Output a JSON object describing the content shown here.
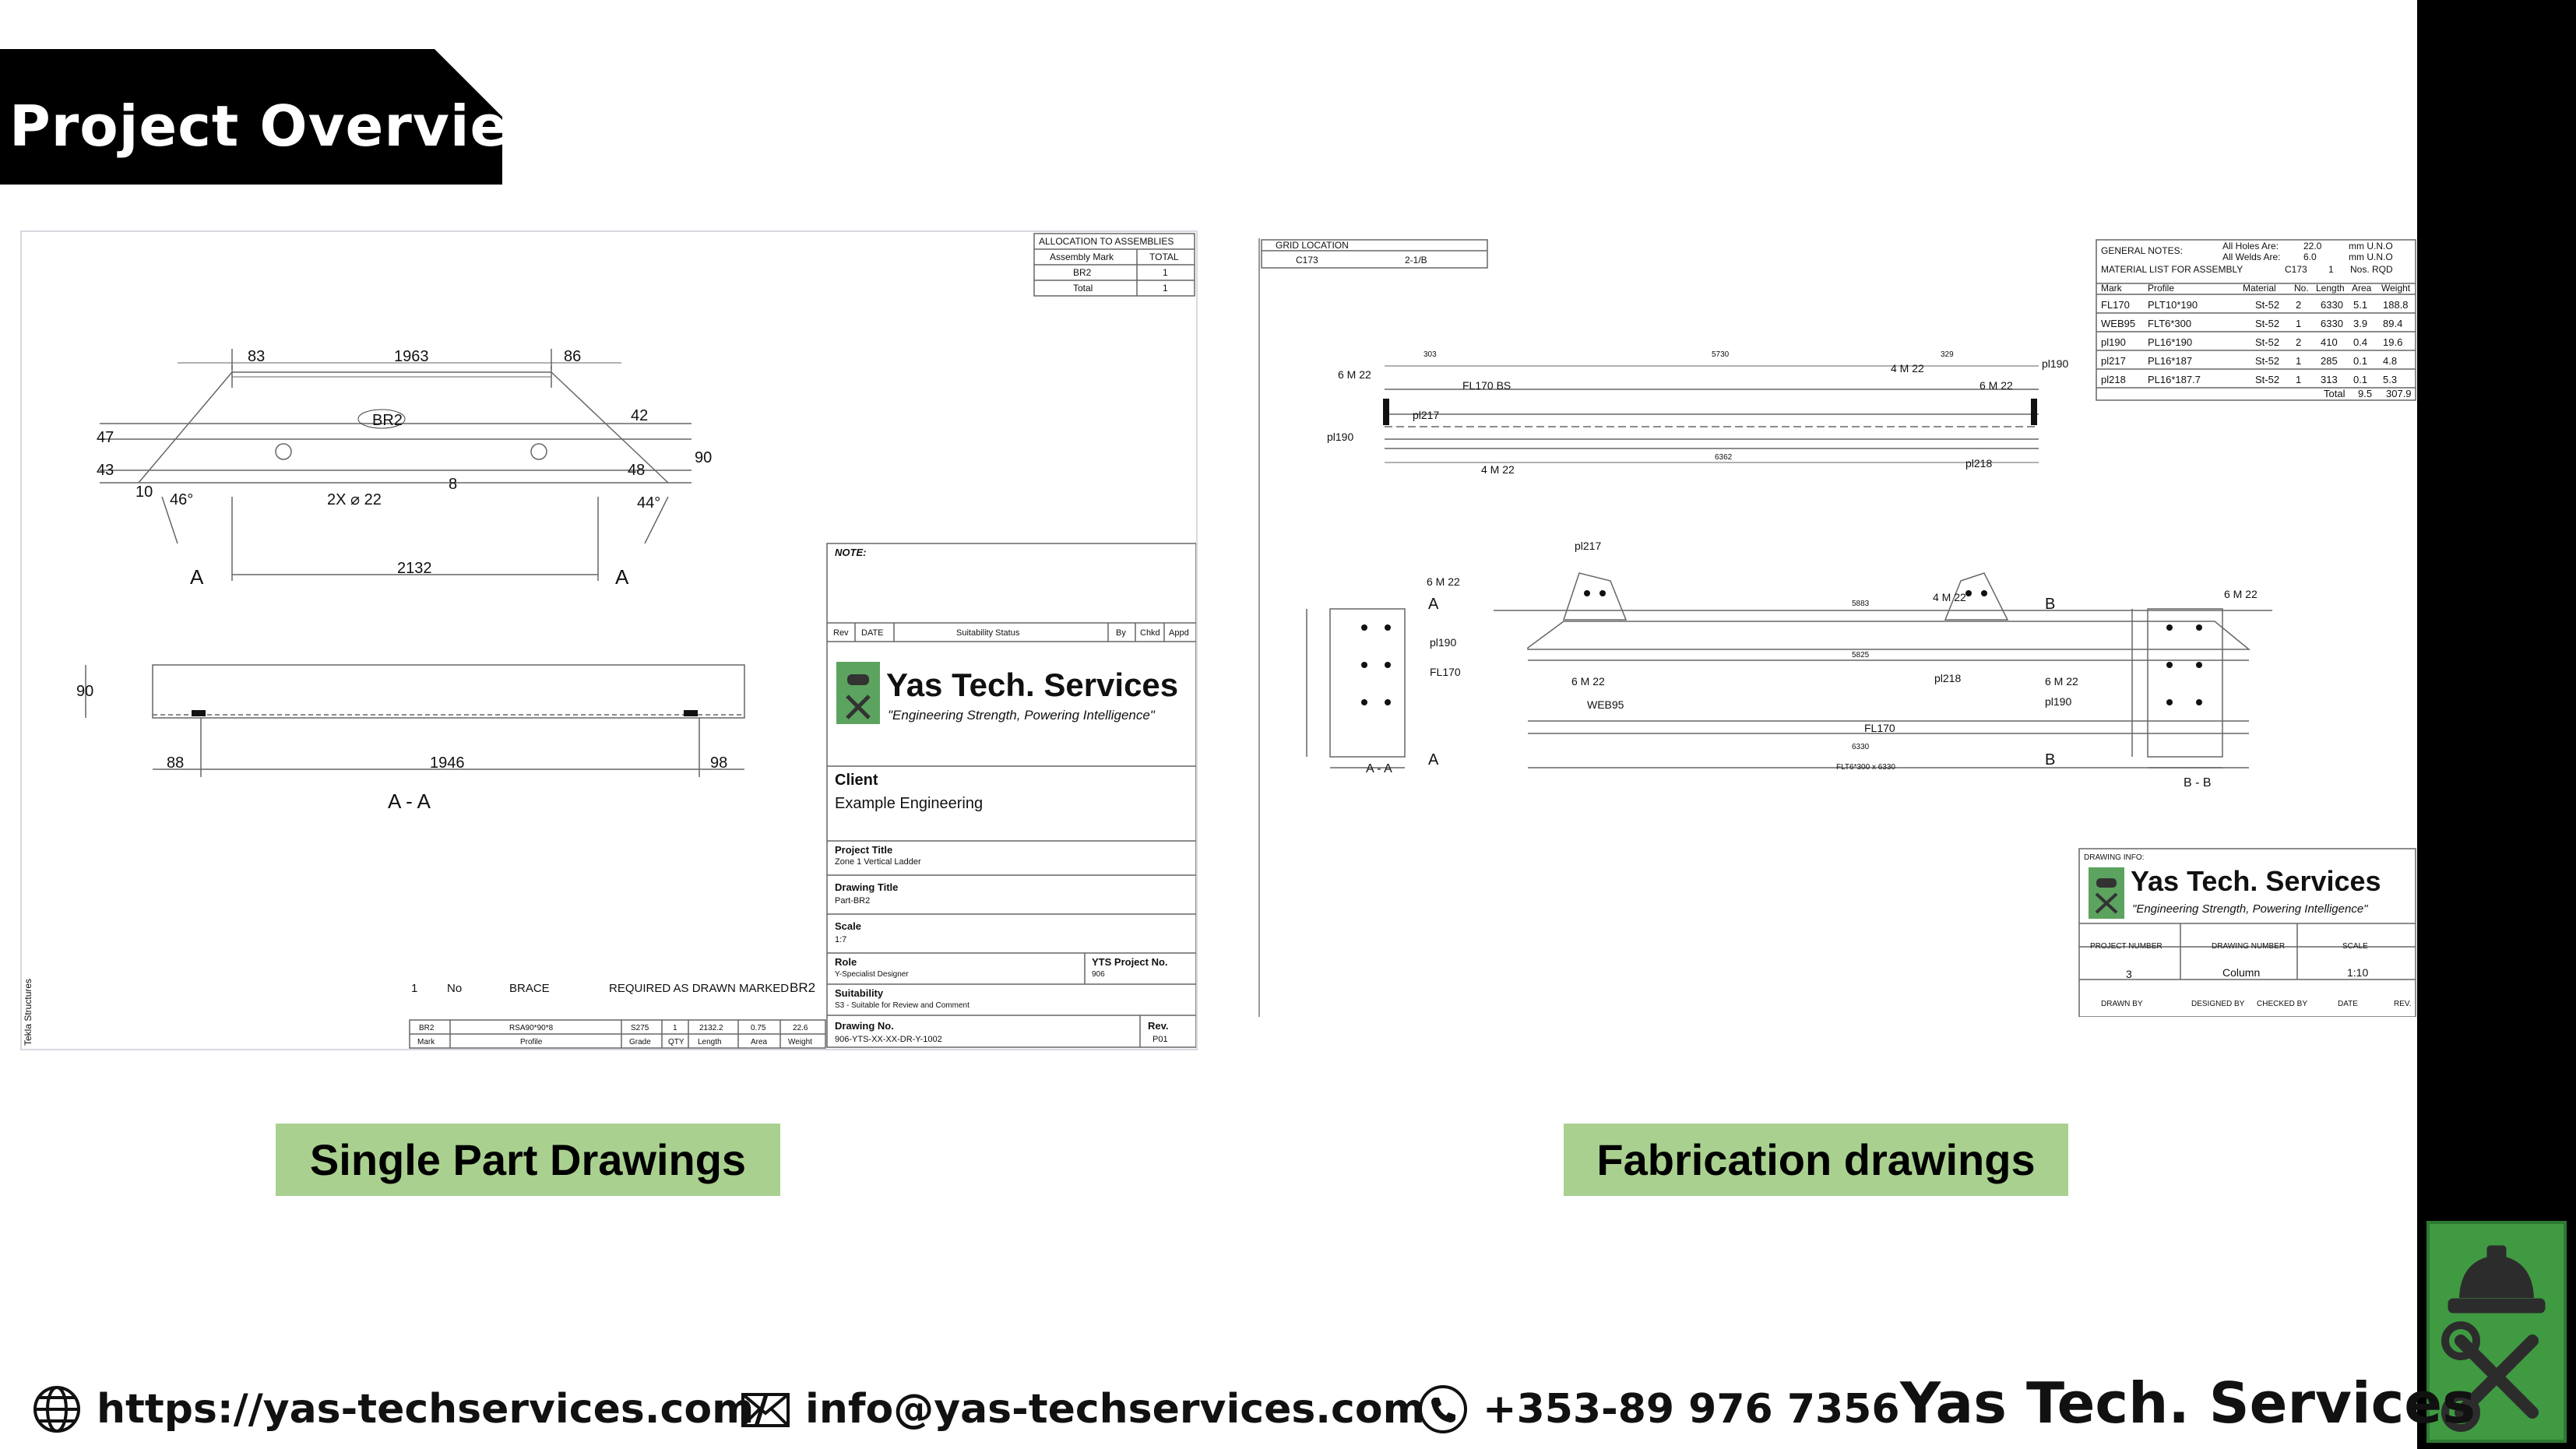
{
  "header": {
    "title": "Project Overview"
  },
  "left_drawing": {
    "allocation": {
      "title": "ALLOCATION TO ASSEMBLIES",
      "col_mark": "Assembly Mark",
      "col_total": "TOTAL",
      "row_mark": "BR2",
      "row_total": "1",
      "total_label": "Total",
      "total_value": "1"
    },
    "dims": {
      "d83": "83",
      "d1963": "1963",
      "d86": "86",
      "d42": "42",
      "d47": "47",
      "d43": "43",
      "d90": "90",
      "d48": "48",
      "d10": "10",
      "d8": "8",
      "d2132": "2132",
      "d88": "88",
      "d1946": "1946",
      "d98": "98",
      "d90b": "90"
    },
    "labels": {
      "part": "BR2",
      "holes": "2X ⌀ 22",
      "angle_left": "46°",
      "angle_right": "44°",
      "section_a": "A",
      "section_title": "A - A"
    },
    "title_block": {
      "note": "NOTE:",
      "rev_cols": [
        "Rev",
        "DATE",
        "Suitability Status",
        "By",
        "Chkd",
        "Appd"
      ],
      "company": "Yas Tech. Services",
      "tagline": "\"Engineering Strength, Powering Intelligence\"",
      "client_label": "Client",
      "client_value": "Example Engineering",
      "project_title_label": "Project Title",
      "project_title_value": "Zone 1 Vertical Ladder",
      "drawing_title_label": "Drawing Title",
      "drawing_title_value": "Part-BR2",
      "scale_label": "Scale",
      "scale_value": "1:7",
      "role_label": "Role",
      "role_value": "Y-Specialist Designer",
      "project_no_label": "YTS Project No.",
      "project_no_value": "906",
      "suitability_label": "Suitability",
      "suitability_value": "S3 - Suitable for Review and Comment",
      "drawing_no_label": "Drawing No.",
      "drawing_no_value": "906-YTS-XX-XX-DR-Y-1002",
      "rev_label": "Rev.",
      "rev_value": "P01"
    },
    "parts_line": {
      "qty": "1",
      "no": "No",
      "name": "BRACE",
      "req": "REQUIRED AS DRAWN MARKED",
      "mark": "BR2"
    },
    "parts_table": {
      "values": [
        "BR2",
        "RSA90*90*8",
        "S275",
        "1",
        "2132.2",
        "0.75",
        "22.6"
      ],
      "headers": [
        "Mark",
        "Profile",
        "Grade",
        "QTY",
        "Length",
        "Area",
        "Weight"
      ]
    },
    "side_text": "Tekla Structures"
  },
  "right_drawing": {
    "grid": {
      "label": "GRID LOCATION",
      "col": "C173",
      "value": "2-1/B"
    },
    "notes": {
      "general": "GENERAL NOTES:",
      "holes": "All Holes Are:",
      "holes_val": "22.0",
      "holes_unit": "mm U.N.O",
      "welds": "All Welds Are:",
      "welds_val": "6.0",
      "welds_unit": "mm U.N.O",
      "mat_list": "MATERIAL LIST FOR ASSEMBLY",
      "assembly": "C173",
      "asm_qty": "1",
      "asm_nos": "Nos. RQD"
    },
    "material_headers": [
      "Mark",
      "Profile",
      "Material",
      "No.",
      "Length",
      "Area",
      "Weight"
    ],
    "material_rows": [
      [
        "FL170",
        "PLT10*190",
        "St-52",
        "2",
        "6330",
        "5.1",
        "188.8"
      ],
      [
        "WEB95",
        "FLT6*300",
        "St-52",
        "1",
        "6330",
        "3.9",
        "89.4"
      ],
      [
        "pl190",
        "PL16*190",
        "St-52",
        "2",
        "410",
        "0.4",
        "19.6"
      ],
      [
        "pl217",
        "PL16*187",
        "St-52",
        "1",
        "285",
        "0.1",
        "4.8"
      ],
      [
        "pl218",
        "PL16*187.7",
        "St-52",
        "1",
        "313",
        "0.1",
        "5.3"
      ]
    ],
    "material_total": [
      "Total",
      "9.5",
      "307.9"
    ],
    "labels": {
      "m22_6": "6 M 22",
      "m22_4": "4 M 22",
      "fl170bs": "FL170 BS",
      "pl217": "pl217",
      "pl190": "pl190",
      "pl218": "pl218",
      "fl170": "FL170",
      "web95": "WEB95",
      "sec_a": "A",
      "sec_b": "B",
      "sec_aa": "A - A",
      "sec_bb": "B - B",
      "d5730": "5730",
      "d6362": "6362",
      "d5883": "5883",
      "d5825": "5825",
      "d6330": "6330",
      "flt": "FLT6*300 x 6330",
      "d303": "303",
      "d329": "329"
    },
    "info_block": {
      "drawing_info": "DRAWING INFO:",
      "company": "Yas Tech. Services",
      "tagline": "\"Engineering Strength, Powering Intelligence\"",
      "headers": [
        "PROJECT NUMBER",
        "DRAWING NUMBER",
        "SCALE"
      ],
      "values": [
        "3",
        "Column",
        "1:10"
      ],
      "bottom": [
        "DRAWN BY",
        "DESIGNED BY",
        "CHECKED BY",
        "DATE",
        "REV."
      ]
    }
  },
  "captions": {
    "left": "Single Part Drawings",
    "right": "Fabrication drawings"
  },
  "footer": {
    "website": "https://yas-techservices.com/",
    "email": "info@yas-techservices.com",
    "phone": "+353-89 976 7356",
    "brand": "Yas Tech. Services"
  },
  "colors": {
    "accent_green": "#a9d08e",
    "logo_green": "#3f9a42",
    "banner": "#000000"
  },
  "icons": {
    "website": "globe-icon",
    "email": "envelope-icon",
    "phone": "phone-icon",
    "logo": "helmet-tools-icon"
  }
}
